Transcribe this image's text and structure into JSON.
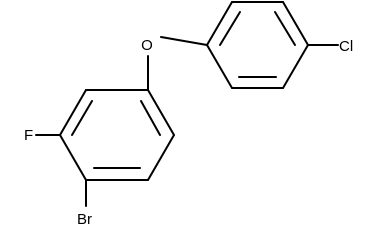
{
  "molecule": {
    "atoms": {
      "oxygen": "O",
      "chlorine": "Cl",
      "fluorine": "F",
      "bromine": "Br"
    }
  }
}
